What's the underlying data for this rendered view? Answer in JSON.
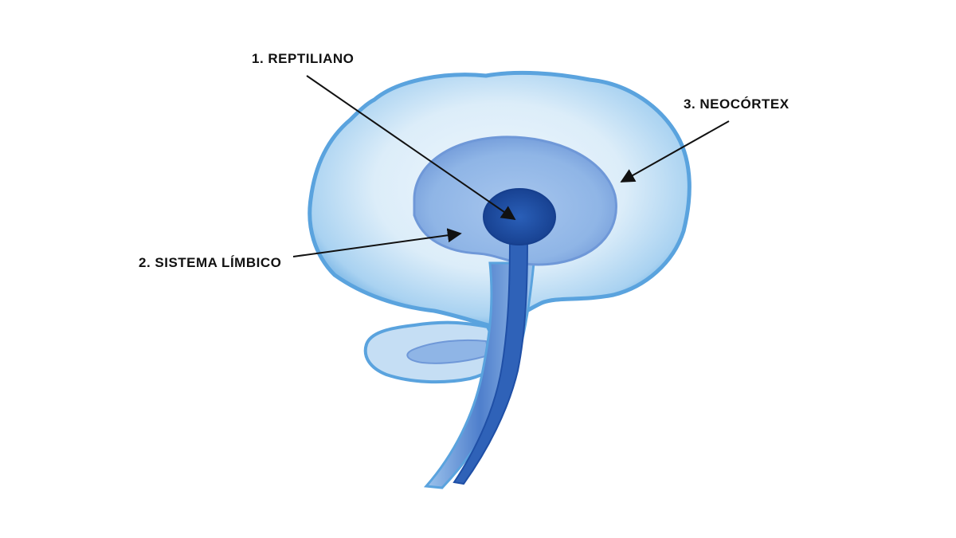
{
  "labels": {
    "reptilian": "1. REPTILIANO",
    "limbic": "2. SISTEMA LÍMBICO",
    "neocortex": "3. NEOCÓRTEX"
  },
  "colors": {
    "outer_edge": "#5aa3de",
    "outer_fill": "#cfe6f7",
    "outer_highlight": "#eef6fc",
    "middle_fill": "#8fb5e6",
    "middle_edge": "#6f98d8",
    "core_fill": "#1f4fa6",
    "stem_fill": "#5b86cf",
    "arrow": "#111111"
  }
}
